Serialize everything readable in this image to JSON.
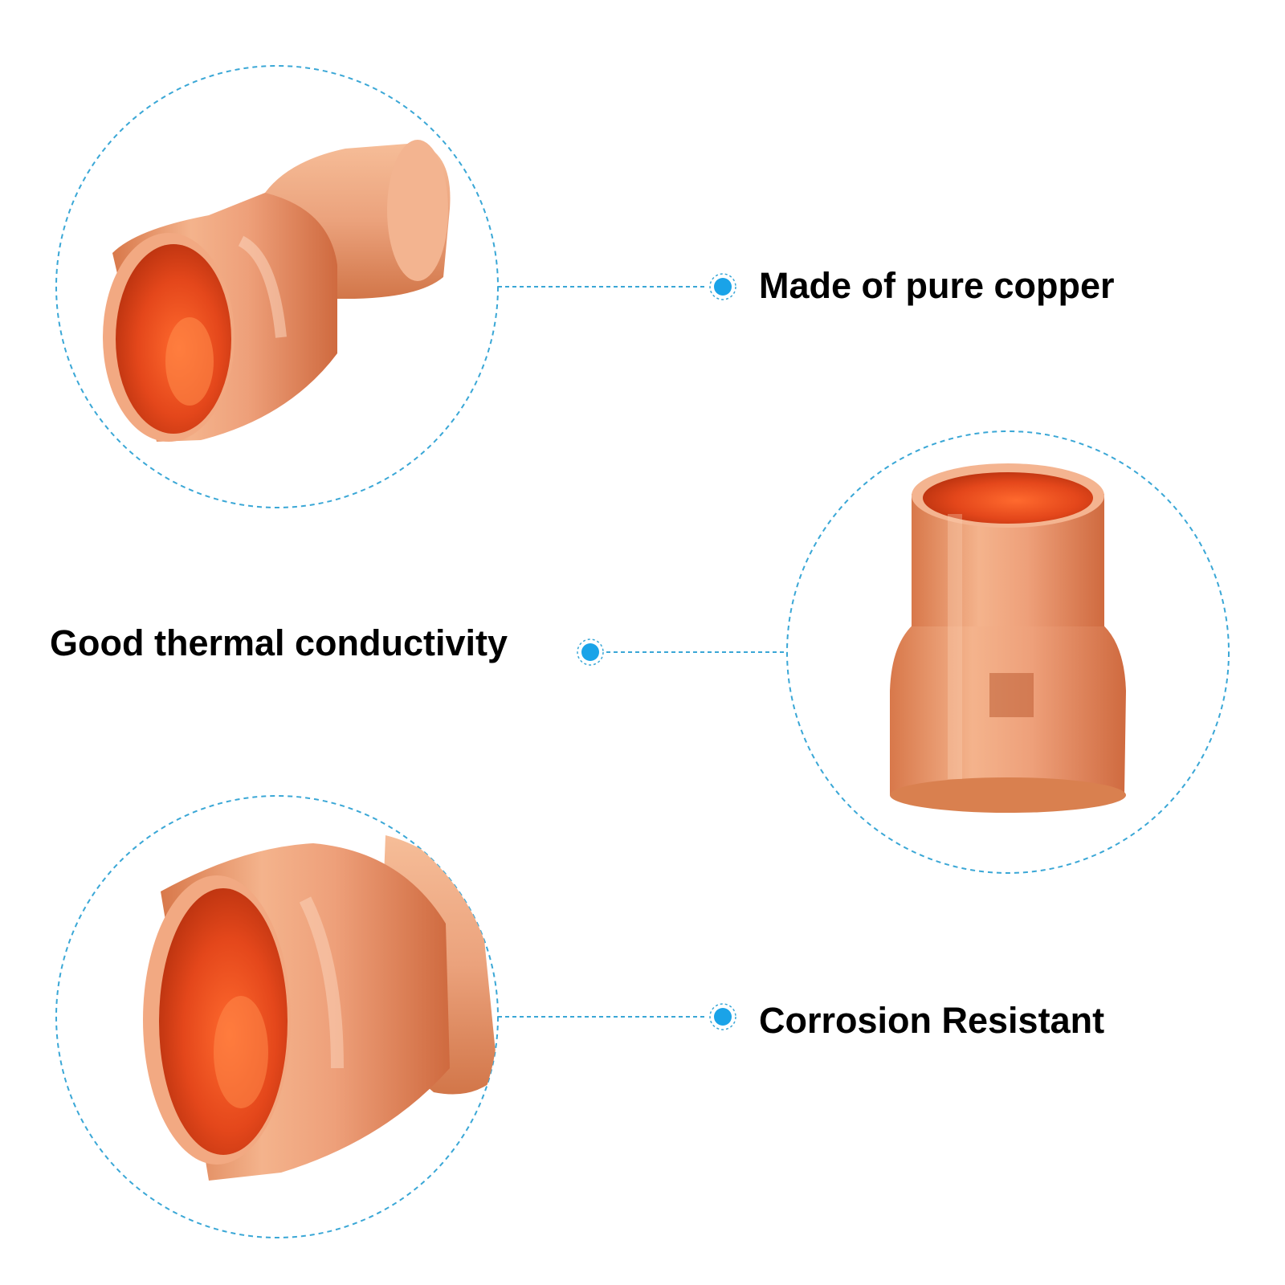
{
  "features": [
    {
      "label": "Made of pure copper"
    },
    {
      "label": "Good thermal conductivity"
    },
    {
      "label": "Corrosion Resistant"
    }
  ],
  "colors": {
    "background": "#ffffff",
    "accent_dot": "#1aa3e8",
    "dashed_line": "#3aa7d6",
    "copper_light": "#f2b08a",
    "copper_mid": "#e08a5c",
    "copper_dark": "#c2613a",
    "copper_inner": "#e2481c",
    "text": "#000000"
  },
  "icons": {
    "bullet": "callout-dot-icon"
  },
  "images": [
    {
      "subject": "copper reducer fitting, open end facing left"
    },
    {
      "subject": "copper reducer fitting, upright"
    },
    {
      "subject": "copper reducer fitting, close-up of wide end"
    }
  ]
}
